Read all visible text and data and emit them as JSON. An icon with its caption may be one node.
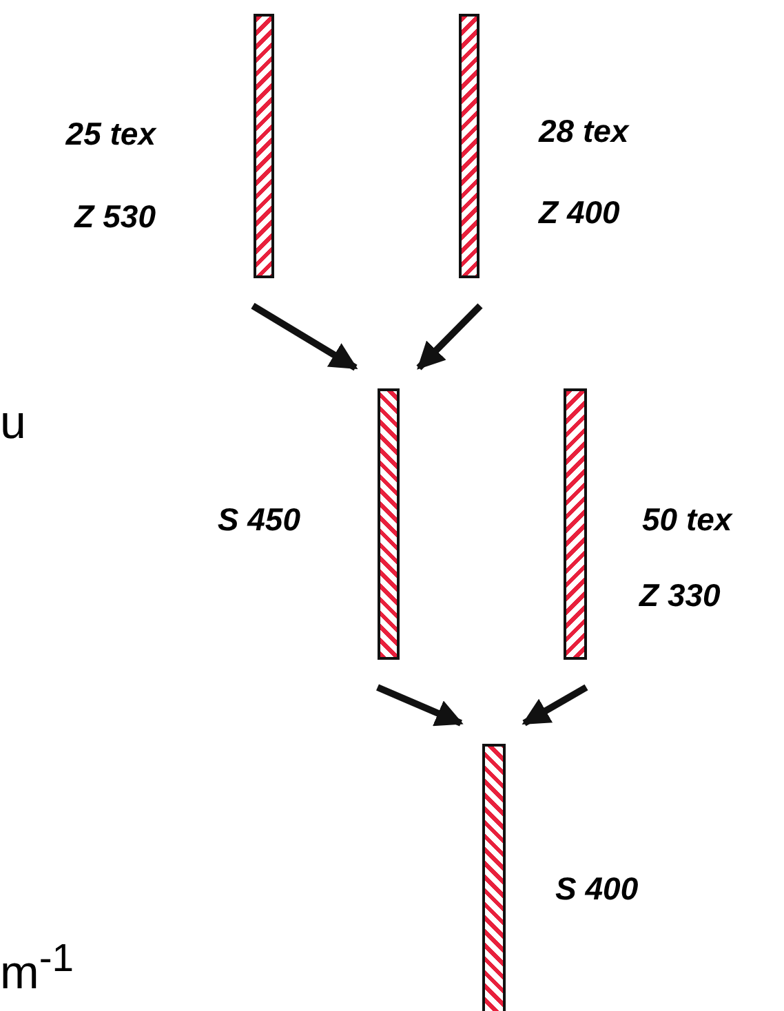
{
  "diagram": {
    "nodes": [
      {
        "text": [],
        "shape": "bar",
        "beside": [
          "25 tex",
          "Z 530"
        ]
      },
      {
        "text": [],
        "shape": "bar",
        "beside": [
          "28 tex",
          "Z 400"
        ]
      },
      {
        "text": [],
        "shape": "bar",
        "beside": [
          "S 450"
        ]
      },
      {
        "text": [],
        "shape": "bar",
        "beside": [
          "50 tex",
          "Z 330"
        ]
      },
      {
        "text": [],
        "shape": "bar",
        "beside": [
          "S 400"
        ]
      }
    ],
    "edges": [
      {
        "from": 0,
        "to": 2,
        "arrow": "to"
      },
      {
        "from": 1,
        "to": 2,
        "arrow": "to"
      },
      {
        "from": 2,
        "to": 4,
        "arrow": "to"
      },
      {
        "from": 3,
        "to": 4,
        "arrow": "to"
      }
    ],
    "labels": [
      "u",
      "m$^{-1}$"
    ]
  }
}
